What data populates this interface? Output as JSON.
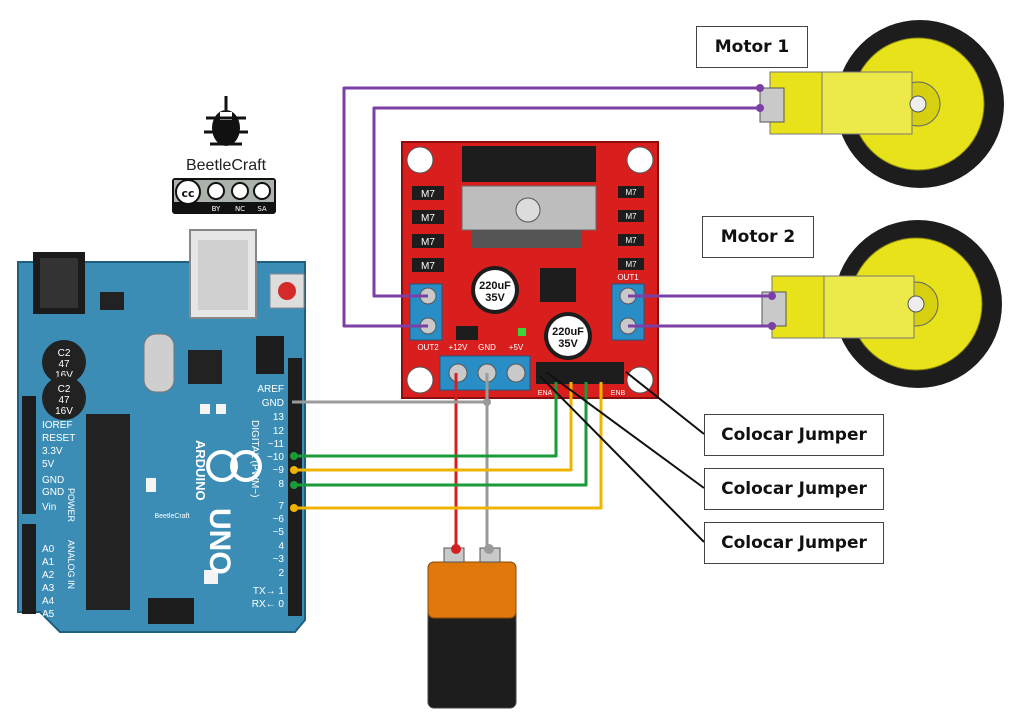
{
  "brand": {
    "name": "BeetleCraft",
    "license": [
      "BY",
      "NC",
      "SA"
    ],
    "cc_mark": "cc"
  },
  "labels": {
    "motor1": "Motor 1",
    "motor2": "Motor 2",
    "jumpers": [
      "Colocar Jumper",
      "Colocar Jumper",
      "Colocar Jumper"
    ]
  },
  "driver": {
    "chip_labels": [
      "M7",
      "M7",
      "M7",
      "M7",
      "M7",
      "M7",
      "M7",
      "M7"
    ],
    "cap_top": [
      "220uF",
      "35V"
    ],
    "cap_bottom": [
      "220uF",
      "35V"
    ],
    "out_left": "OUT2",
    "out_right": "OUT1",
    "power_labels": [
      "+12V",
      "GND",
      "+5V"
    ],
    "enable_labels": [
      "ENA",
      "ENB"
    ]
  },
  "arduino": {
    "left_pins": [
      "IOREF",
      "RESET",
      "3.3V",
      "5V",
      "GND",
      "GND",
      "Vin"
    ],
    "analog_pins": [
      "A0",
      "A1",
      "A2",
      "A3",
      "A4",
      "A5"
    ],
    "power_label": "POWER",
    "analog_label": "ANALOG IN",
    "right_pins": [
      "AREF",
      "GND",
      "13",
      "12",
      "~11",
      "~10",
      "~9",
      "8",
      "7",
      "~6",
      "~5",
      "4",
      "~3",
      "2",
      "TX→ 1",
      "RX← 0"
    ],
    "digital_label": "DIGITAL (PWM~)",
    "logo_text": "ARDUINO",
    "model": "UNO",
    "small_brand": "BeetleCraft",
    "cap1": [
      "C2",
      "47",
      "16V"
    ],
    "cap2": [
      "C2",
      "47",
      "16V"
    ]
  },
  "colors": {
    "purple": "#7b3fa6",
    "red_wire": "#d42020",
    "gray_wire": "#9a9a9a",
    "green_wire": "#1a9a3a",
    "yellow_wire": "#f0b400",
    "board_red": "#d91e1e",
    "arduino_blue": "#3b8db5",
    "wheel_yellow": "#e8e21a",
    "battery_orange": "#e0780c"
  }
}
